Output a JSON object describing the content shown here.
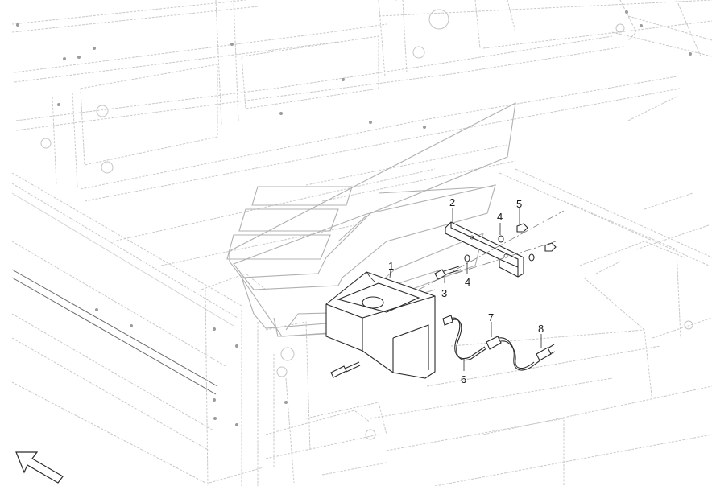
{
  "callouts": {
    "c1": "1",
    "c2": "2",
    "c3": "3",
    "c4a": "4",
    "c4b": "4",
    "c5": "5",
    "c6": "6",
    "c7": "7",
    "c8": "8"
  },
  "orientation_icon": "direction-arrow-icon"
}
